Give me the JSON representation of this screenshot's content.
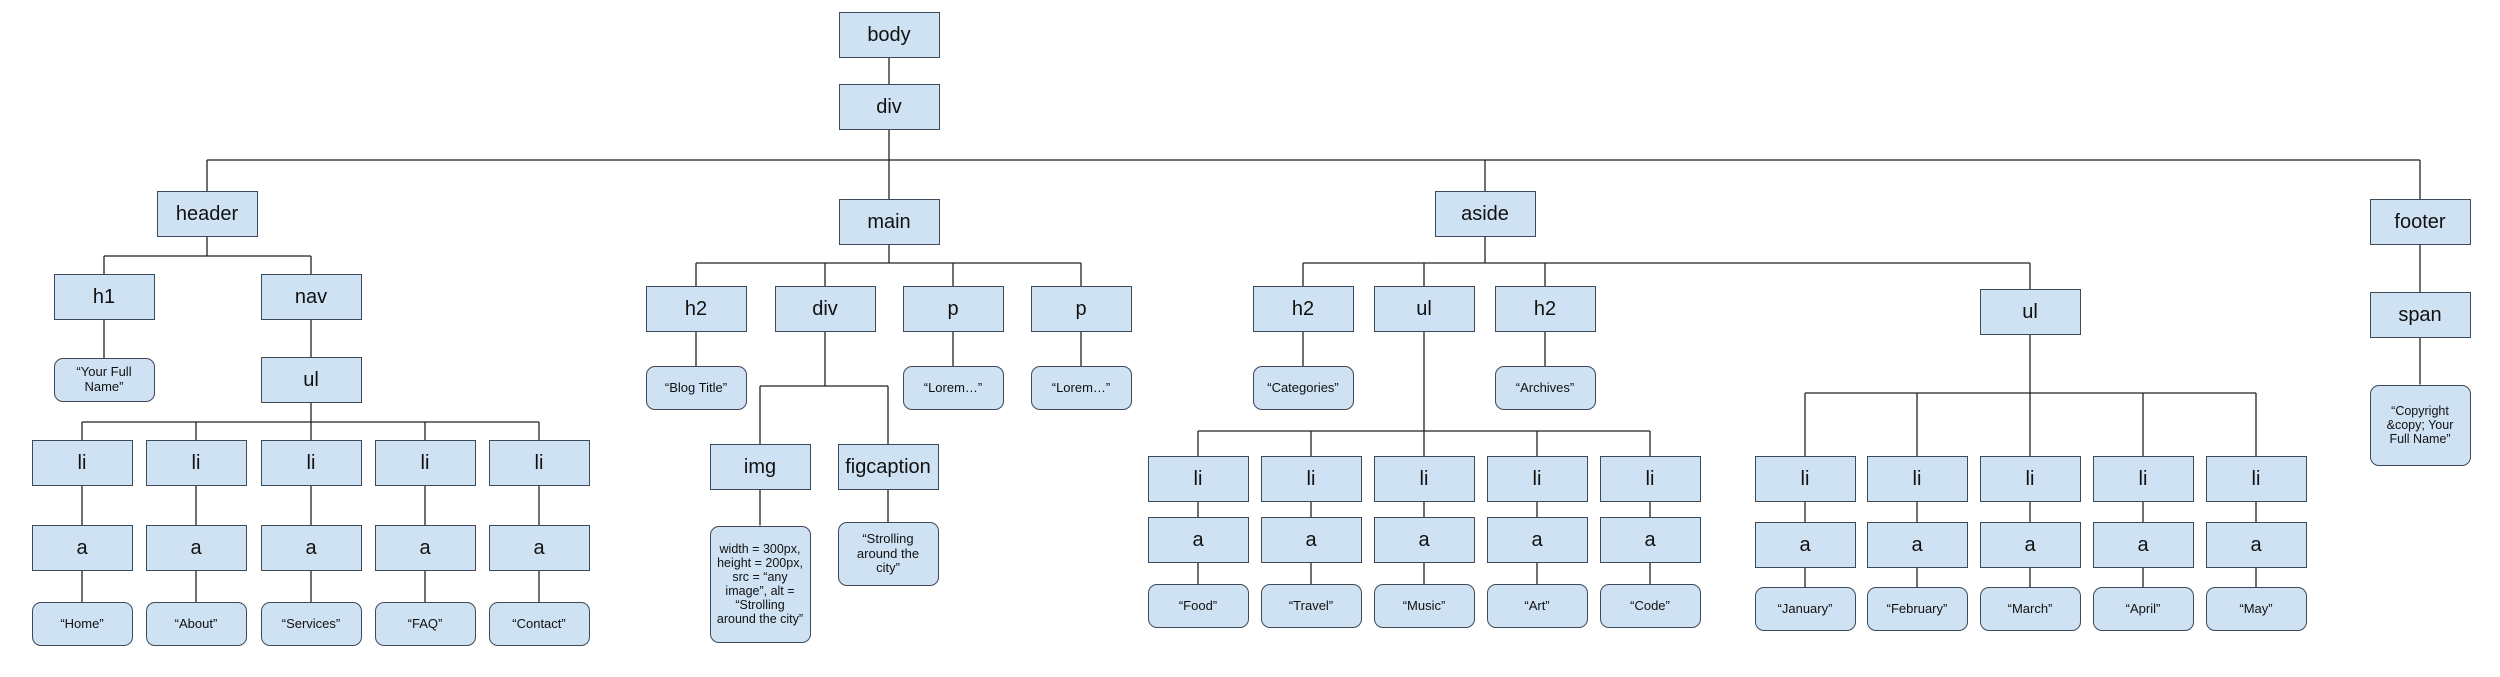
{
  "diagram": {
    "colors": {
      "fill": "#cfe2f3",
      "stroke": "#3d4a57",
      "line": "#222222"
    },
    "nodes": [
      {
        "id": "body",
        "label": "body"
      },
      {
        "id": "div",
        "label": "div",
        "parent": "body"
      },
      {
        "id": "header",
        "label": "header",
        "parent": "div"
      },
      {
        "id": "main",
        "label": "main",
        "parent": "div"
      },
      {
        "id": "aside",
        "label": "aside",
        "parent": "div"
      },
      {
        "id": "footer",
        "label": "footer",
        "parent": "div"
      },
      {
        "id": "h1",
        "label": "h1",
        "parent": "header"
      },
      {
        "id": "nav",
        "label": "nav",
        "parent": "header"
      },
      {
        "id": "h1-text",
        "label": "“Your Full Name”",
        "parent": "h1",
        "kind": "text"
      },
      {
        "id": "nav-ul",
        "label": "ul",
        "parent": "nav"
      },
      {
        "id": "nav-li-1",
        "label": "li",
        "parent": "nav-ul"
      },
      {
        "id": "nav-li-2",
        "label": "li",
        "parent": "nav-ul"
      },
      {
        "id": "nav-li-3",
        "label": "li",
        "parent": "nav-ul"
      },
      {
        "id": "nav-li-4",
        "label": "li",
        "parent": "nav-ul"
      },
      {
        "id": "nav-li-5",
        "label": "li",
        "parent": "nav-ul"
      },
      {
        "id": "nav-a-1",
        "label": "a",
        "parent": "nav-li-1"
      },
      {
        "id": "nav-a-2",
        "label": "a",
        "parent": "nav-li-2"
      },
      {
        "id": "nav-a-3",
        "label": "a",
        "parent": "nav-li-3"
      },
      {
        "id": "nav-a-4",
        "label": "a",
        "parent": "nav-li-4"
      },
      {
        "id": "nav-a-5",
        "label": "a",
        "parent": "nav-li-5"
      },
      {
        "id": "nav-t-1",
        "label": "“Home”",
        "parent": "nav-a-1",
        "kind": "text"
      },
      {
        "id": "nav-t-2",
        "label": "“About”",
        "parent": "nav-a-2",
        "kind": "text"
      },
      {
        "id": "nav-t-3",
        "label": "“Services”",
        "parent": "nav-a-3",
        "kind": "text"
      },
      {
        "id": "nav-t-4",
        "label": "“FAQ”",
        "parent": "nav-a-4",
        "kind": "text"
      },
      {
        "id": "nav-t-5",
        "label": "“Contact”",
        "parent": "nav-a-5",
        "kind": "text"
      },
      {
        "id": "main-h2",
        "label": "h2",
        "parent": "main"
      },
      {
        "id": "main-div",
        "label": "div",
        "parent": "main"
      },
      {
        "id": "main-p1",
        "label": "p",
        "parent": "main"
      },
      {
        "id": "main-p2",
        "label": "p",
        "parent": "main"
      },
      {
        "id": "main-h2-text",
        "label": "“Blog Title”",
        "parent": "main-h2",
        "kind": "text"
      },
      {
        "id": "main-p1-text",
        "label": "“Lorem…”",
        "parent": "main-p1",
        "kind": "text"
      },
      {
        "id": "main-p2-text",
        "label": "“Lorem…”",
        "parent": "main-p2",
        "kind": "text"
      },
      {
        "id": "img",
        "label": "img",
        "parent": "main-div"
      },
      {
        "id": "figcaption",
        "label": "figcaption",
        "parent": "main-div"
      },
      {
        "id": "img-attrs",
        "label": "width = 300px, height = 200px, src = “any image”, alt = “Strolling around the city”",
        "parent": "img",
        "kind": "text"
      },
      {
        "id": "figcaption-text",
        "label": "“Strolling around the city”",
        "parent": "figcaption",
        "kind": "text"
      },
      {
        "id": "aside-h2-1",
        "label": "h2",
        "parent": "aside"
      },
      {
        "id": "aside-ul-1",
        "label": "ul",
        "parent": "aside"
      },
      {
        "id": "aside-h2-2",
        "label": "h2",
        "parent": "aside"
      },
      {
        "id": "aside-ul-2",
        "label": "ul",
        "parent": "aside"
      },
      {
        "id": "aside-h2-1-text",
        "label": "“Categories”",
        "parent": "aside-h2-1",
        "kind": "text"
      },
      {
        "id": "aside-h2-2-text",
        "label": "“Archives”",
        "parent": "aside-h2-2",
        "kind": "text"
      },
      {
        "id": "cat-li-1",
        "label": "li",
        "parent": "aside-ul-1"
      },
      {
        "id": "cat-li-2",
        "label": "li",
        "parent": "aside-ul-1"
      },
      {
        "id": "cat-li-3",
        "label": "li",
        "parent": "aside-ul-1"
      },
      {
        "id": "cat-li-4",
        "label": "li",
        "parent": "aside-ul-1"
      },
      {
        "id": "cat-li-5",
        "label": "li",
        "parent": "aside-ul-1"
      },
      {
        "id": "cat-a-1",
        "label": "a",
        "parent": "cat-li-1"
      },
      {
        "id": "cat-a-2",
        "label": "a",
        "parent": "cat-li-2"
      },
      {
        "id": "cat-a-3",
        "label": "a",
        "parent": "cat-li-3"
      },
      {
        "id": "cat-a-4",
        "label": "a",
        "parent": "cat-li-4"
      },
      {
        "id": "cat-a-5",
        "label": "a",
        "parent": "cat-li-5"
      },
      {
        "id": "cat-t-1",
        "label": "“Food”",
        "parent": "cat-a-1",
        "kind": "text"
      },
      {
        "id": "cat-t-2",
        "label": "“Travel”",
        "parent": "cat-a-2",
        "kind": "text"
      },
      {
        "id": "cat-t-3",
        "label": "“Music”",
        "parent": "cat-a-3",
        "kind": "text"
      },
      {
        "id": "cat-t-4",
        "label": "“Art”",
        "parent": "cat-a-4",
        "kind": "text"
      },
      {
        "id": "cat-t-5",
        "label": "“Code”",
        "parent": "cat-a-5",
        "kind": "text"
      },
      {
        "id": "arc-li-1",
        "label": "li",
        "parent": "aside-ul-2"
      },
      {
        "id": "arc-li-2",
        "label": "li",
        "parent": "aside-ul-2"
      },
      {
        "id": "arc-li-3",
        "label": "li",
        "parent": "aside-ul-2"
      },
      {
        "id": "arc-li-4",
        "label": "li",
        "parent": "aside-ul-2"
      },
      {
        "id": "arc-li-5",
        "label": "li",
        "parent": "aside-ul-2"
      },
      {
        "id": "arc-a-1",
        "label": "a",
        "parent": "arc-li-1"
      },
      {
        "id": "arc-a-2",
        "label": "a",
        "parent": "arc-li-2"
      },
      {
        "id": "arc-a-3",
        "label": "a",
        "parent": "arc-li-3"
      },
      {
        "id": "arc-a-4",
        "label": "a",
        "parent": "arc-li-4"
      },
      {
        "id": "arc-a-5",
        "label": "a",
        "parent": "arc-li-5"
      },
      {
        "id": "arc-t-1",
        "label": "“January”",
        "parent": "arc-a-1",
        "kind": "text"
      },
      {
        "id": "arc-t-2",
        "label": "“February”",
        "parent": "arc-a-2",
        "kind": "text"
      },
      {
        "id": "arc-t-3",
        "label": "“March”",
        "parent": "arc-a-3",
        "kind": "text"
      },
      {
        "id": "arc-t-4",
        "label": "“April”",
        "parent": "arc-a-4",
        "kind": "text"
      },
      {
        "id": "arc-t-5",
        "label": "“May”",
        "parent": "arc-a-5",
        "kind": "text"
      },
      {
        "id": "span",
        "label": "span",
        "parent": "footer"
      },
      {
        "id": "span-text",
        "label": "“Copyright &copy; Your Full Name”",
        "parent": "span",
        "kind": "text"
      }
    ]
  }
}
